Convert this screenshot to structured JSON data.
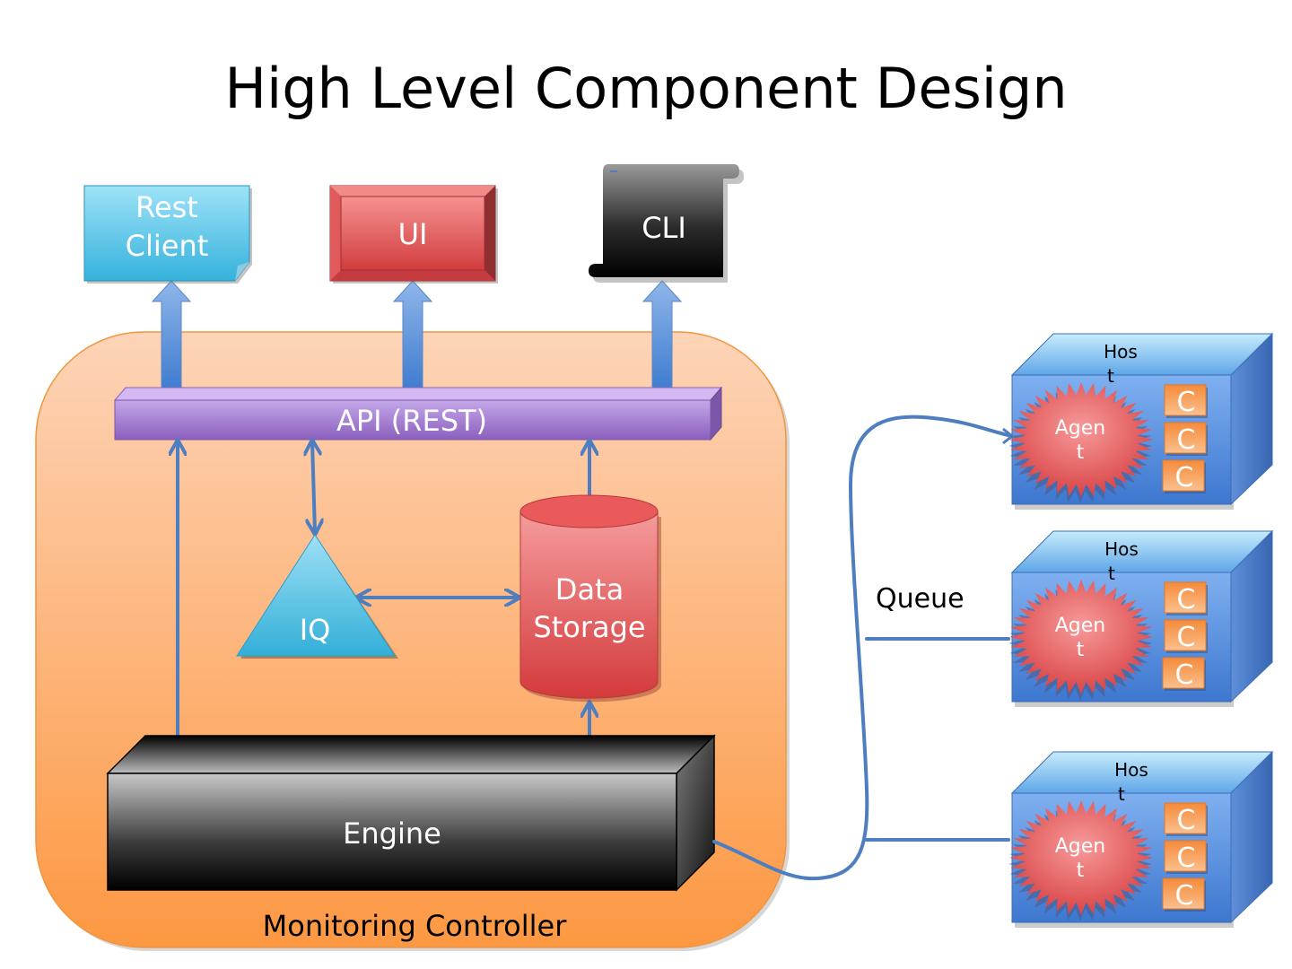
{
  "title": "High Level Component Design",
  "clients": {
    "rest_client": [
      "Rest",
      "Client"
    ],
    "ui": "UI",
    "cli": "CLI"
  },
  "controller": {
    "label": "Monitoring Controller",
    "api": "API (REST)",
    "iq": "IQ",
    "data_storage": [
      "Data",
      "Storage"
    ],
    "engine": "Engine"
  },
  "queue_label": "Queue",
  "hosts": [
    {
      "host_label": [
        "Hos",
        "t"
      ],
      "agent_label": [
        "Agen",
        "t"
      ],
      "components": [
        "C",
        "C",
        "C"
      ]
    },
    {
      "host_label": [
        "Hos",
        "t"
      ],
      "agent_label": [
        "Agen",
        "t"
      ],
      "components": [
        "C",
        "C",
        "C"
      ]
    },
    {
      "host_label": [
        "Hos",
        "t"
      ],
      "agent_label": [
        "Agen",
        "t"
      ],
      "components": [
        "C",
        "C",
        "C"
      ]
    }
  ],
  "colors": {
    "connector": "#4f7ec0",
    "api_bar": "#9b72c8",
    "controller_bg_top": "#fdd2b4",
    "controller_bg_bottom": "#fd9a48",
    "rest_client": "#3bb4dc",
    "ui": "#d9474a",
    "cli": "#111111",
    "iq": "#44b8dc",
    "data_storage": "#d9474a",
    "engine": "#1a1a1a",
    "host": "#4d86d6",
    "agent": "#e05a5a",
    "component": "#f49b4b"
  }
}
